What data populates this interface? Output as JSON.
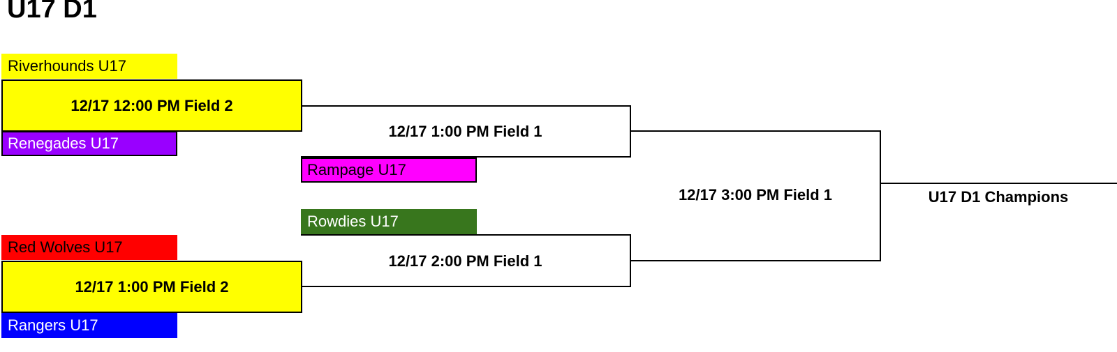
{
  "title": "U17 D1",
  "teams": {
    "riverhounds": {
      "name": "Riverhounds U17",
      "color": "#ffff00"
    },
    "renegades": {
      "name": "Renegades U17",
      "color": "#9900ff"
    },
    "rampage": {
      "name": "Rampage U17",
      "color": "#ff00ff"
    },
    "rowdies": {
      "name": "Rowdies U17",
      "color": "#38761d"
    },
    "red_wolves": {
      "name": "Red Wolves U17",
      "color": "#ff0000"
    },
    "rangers": {
      "name": "Rangers U17",
      "color": "#0000ff"
    }
  },
  "games": {
    "game1": "12/17 12:00 PM Field 2",
    "game2": "12/17 1:00 PM Field 2",
    "game3": "12/17 1:00 PM Field 1",
    "game4": "12/17 2:00 PM Field 1",
    "final": "12/17 3:00 PM Field 1"
  },
  "champion_label": "U17 D1 Champions",
  "match_box_color": "#ffff00"
}
